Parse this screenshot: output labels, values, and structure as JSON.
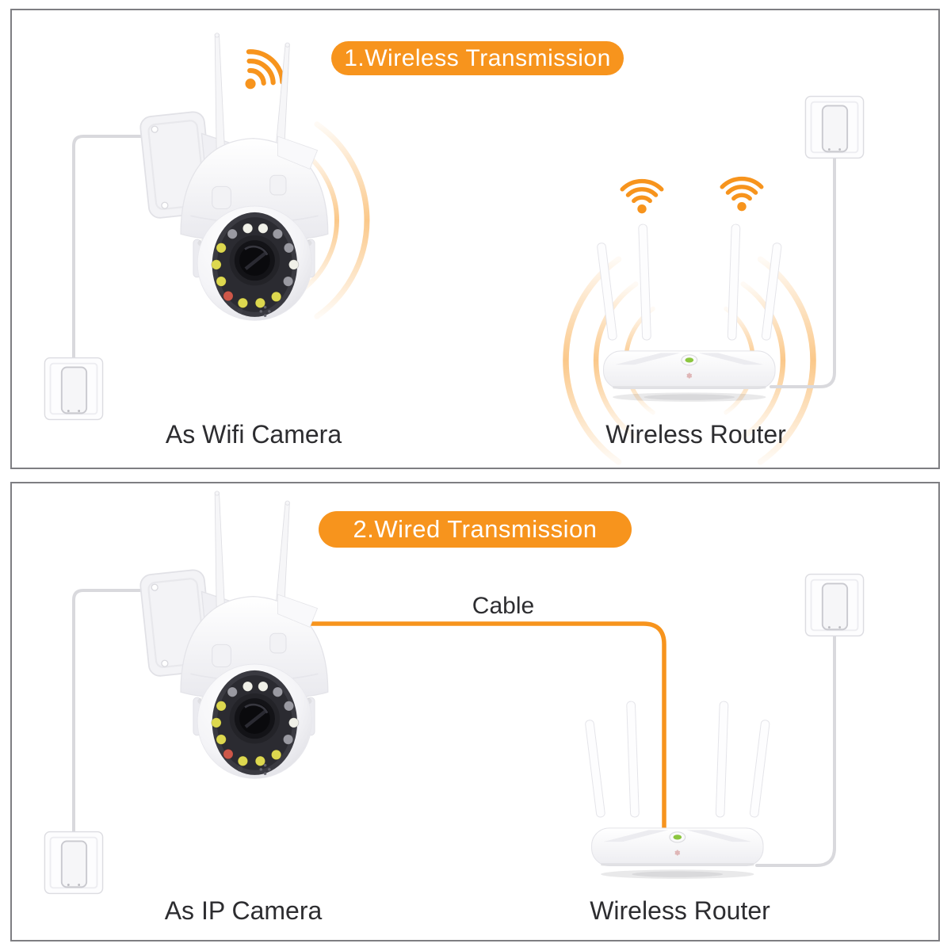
{
  "panels": [
    {
      "banner": "1.Wireless Transmission",
      "camera_label": "As Wifi Camera",
      "router_label": "Wireless Router"
    },
    {
      "banner": "2.Wired Transmission",
      "cable_label": "Cable",
      "camera_label": "As IP Camera",
      "router_label": "Wireless Router"
    }
  ],
  "colors": {
    "accent_orange": "#F7941D",
    "wave_orange": "#F8A43C",
    "panel_border": "#7E7E82",
    "label_text": "#2D2D30",
    "cable_gray": "#D9D9DD",
    "led_green": "#8CC63F"
  },
  "icons": {
    "wifi_signal_icon": "dot with three arcs, orange",
    "signal_waves_icon": "concentric orange fading arcs",
    "router_led_icon": "green pill indicator"
  }
}
